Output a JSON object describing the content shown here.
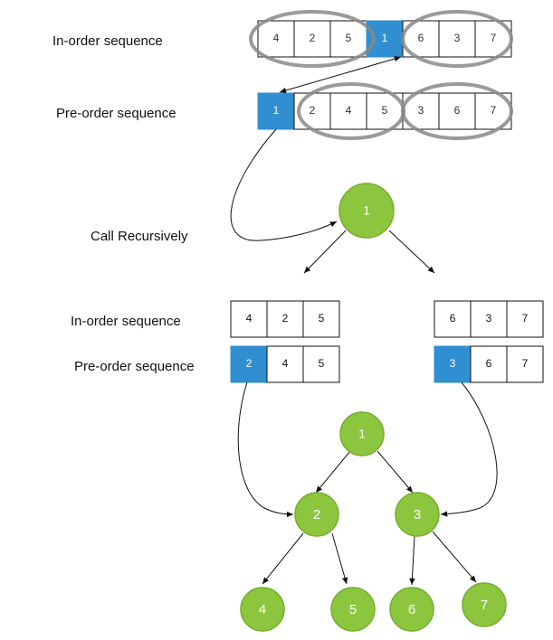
{
  "labels": {
    "inorder_top": "In-order sequence",
    "preorder_top": "Pre-order sequence",
    "call_recursively": "Call Recursively",
    "inorder_bottom": "In-order sequence",
    "preorder_bottom": "Pre-order sequence"
  },
  "top": {
    "inorder": [
      "4",
      "2",
      "5",
      "1",
      "6",
      "3",
      "7"
    ],
    "preorder": [
      "1",
      "2",
      "4",
      "5",
      "3",
      "6",
      "7"
    ]
  },
  "left_subtree": {
    "inorder": [
      "4",
      "2",
      "5"
    ],
    "preorder": [
      "2",
      "4",
      "5"
    ]
  },
  "right_subtree": {
    "inorder": [
      "6",
      "3",
      "7"
    ],
    "preorder": [
      "3",
      "6",
      "7"
    ]
  },
  "root_node": "1",
  "tree": {
    "root": "1",
    "left": "2",
    "right": "3",
    "left_left": "4",
    "left_right": "5",
    "right_left": "6",
    "right_right": "7"
  },
  "colors": {
    "root_cell": "#2f8fd0",
    "node_fill": "#8cc63f",
    "ring": "#888888"
  }
}
